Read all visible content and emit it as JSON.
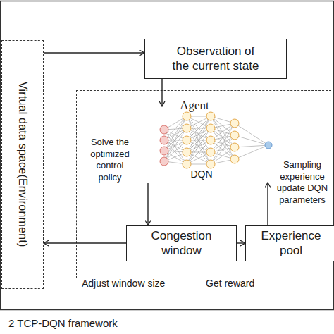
{
  "diagram": {
    "caption": "2 TCP-DQN framework",
    "nodes": [
      {
        "text": [
          "Virtual data space(Environment)"
        ]
      },
      {
        "text": [
          "Observation of the current state"
        ]
      },
      {
        "text": [
          "Agent"
        ]
      },
      {
        "text": [
          "DQN"
        ],
        "in": 2
      },
      {
        "text": [
          "Congestion window"
        ],
        "in": 2
      },
      {
        "text": [
          "Experience pool"
        ],
        "in": 2
      }
    ],
    "edges": [
      {
        "from": 0,
        "to": 1,
        "arrow": "to"
      },
      {
        "from": 1,
        "to": 3,
        "arrow": "to"
      },
      {
        "from": 3,
        "to": 4,
        "label": "Solve the optimized control policy",
        "arrow": "to"
      },
      {
        "from": 5,
        "to": 3,
        "label": "Sampling experience update DQN parameters",
        "arrow": "to"
      },
      {
        "from": 4,
        "to": 0,
        "label": "Adjust window size",
        "arrow": "to"
      },
      {
        "from": 4,
        "to": 5,
        "label": "Get reward",
        "arrow": "to"
      }
    ]
  }
}
